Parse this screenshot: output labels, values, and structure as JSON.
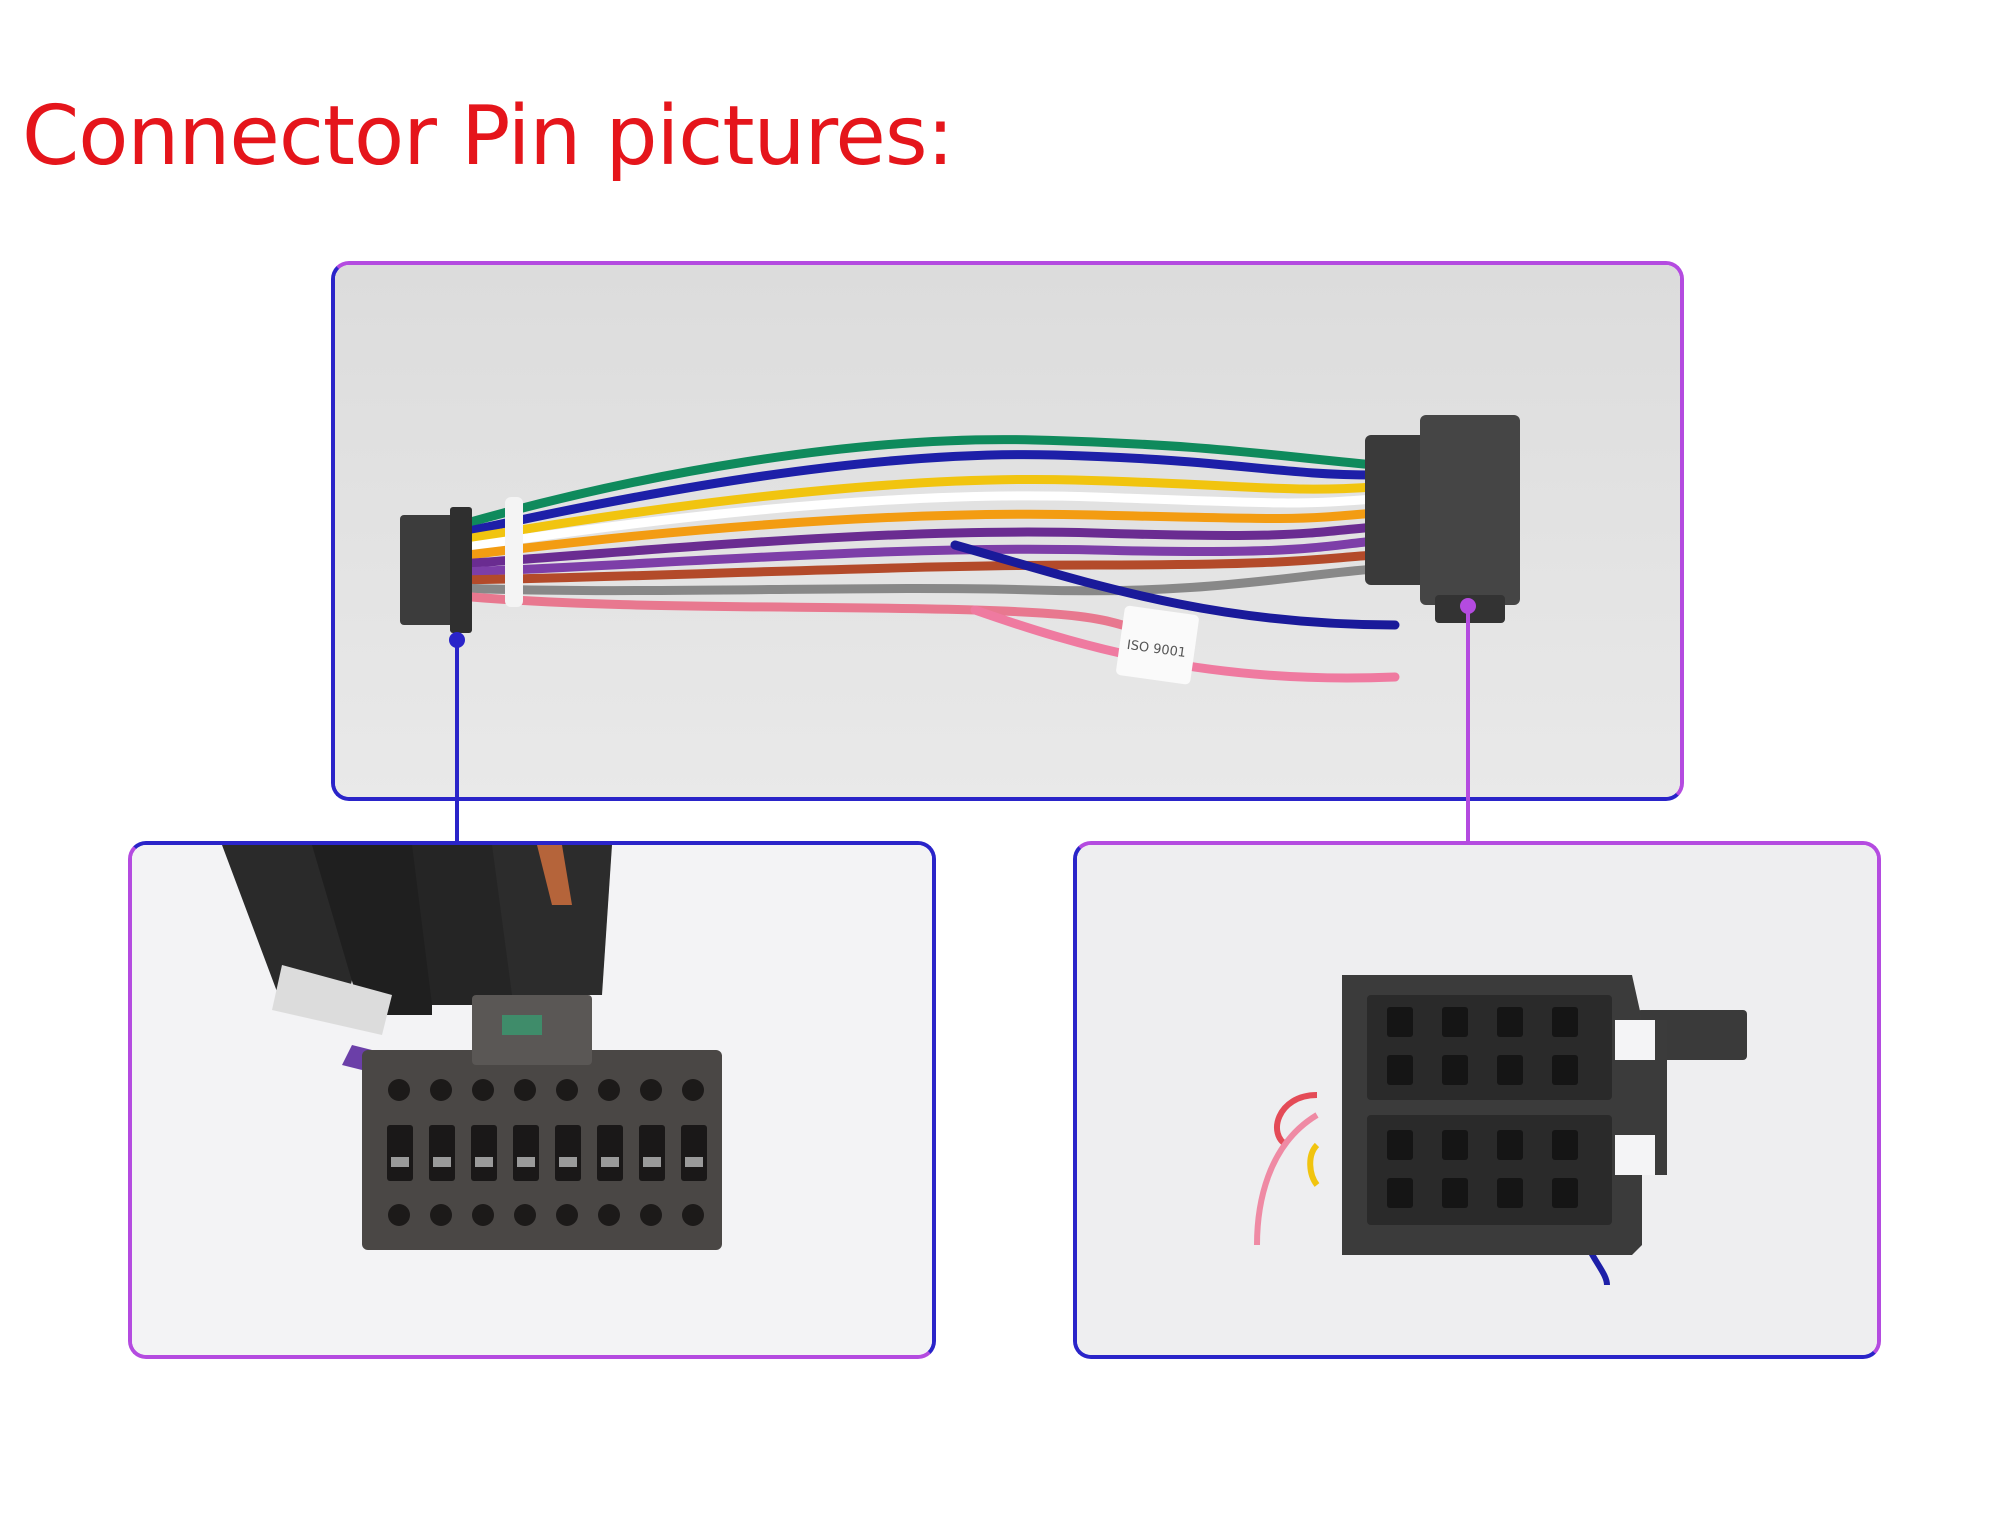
{
  "title": "Connector Pin pictures:",
  "colors": {
    "title": "#e5151b",
    "frame_blue": "#2a24c9",
    "frame_purple": "#b44be0",
    "photo_background": "#e3e3e3",
    "connector_body": "#3e3e3e"
  },
  "photos": {
    "harness": {
      "wire_label": "ISO 9001"
    },
    "pin_closeup_left": {
      "pin_rows": 3,
      "pin_columns": 8
    },
    "pin_closeup_right": {
      "sockets": 16
    }
  }
}
